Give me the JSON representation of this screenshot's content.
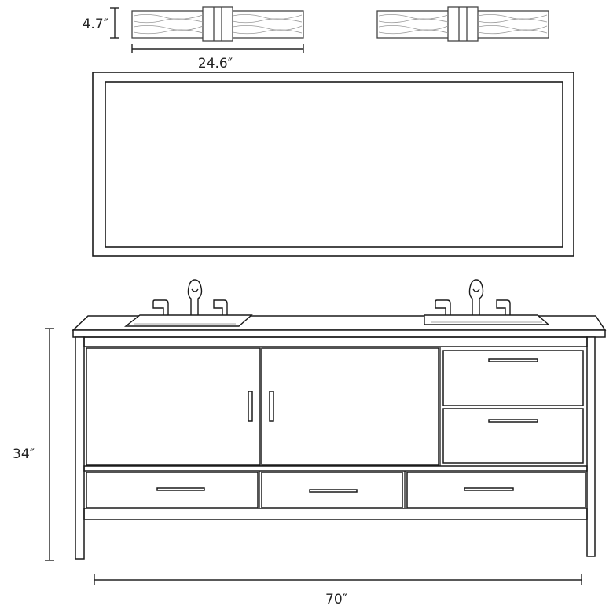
{
  "dimensions": {
    "fixture_height": "4.7″",
    "fixture_width": "24.6″",
    "vanity_height": "34″",
    "vanity_width": "70″"
  },
  "colors": {
    "line": "#1a1a1a",
    "light_line": "#8a8a8a",
    "fill": "#ffffff"
  }
}
